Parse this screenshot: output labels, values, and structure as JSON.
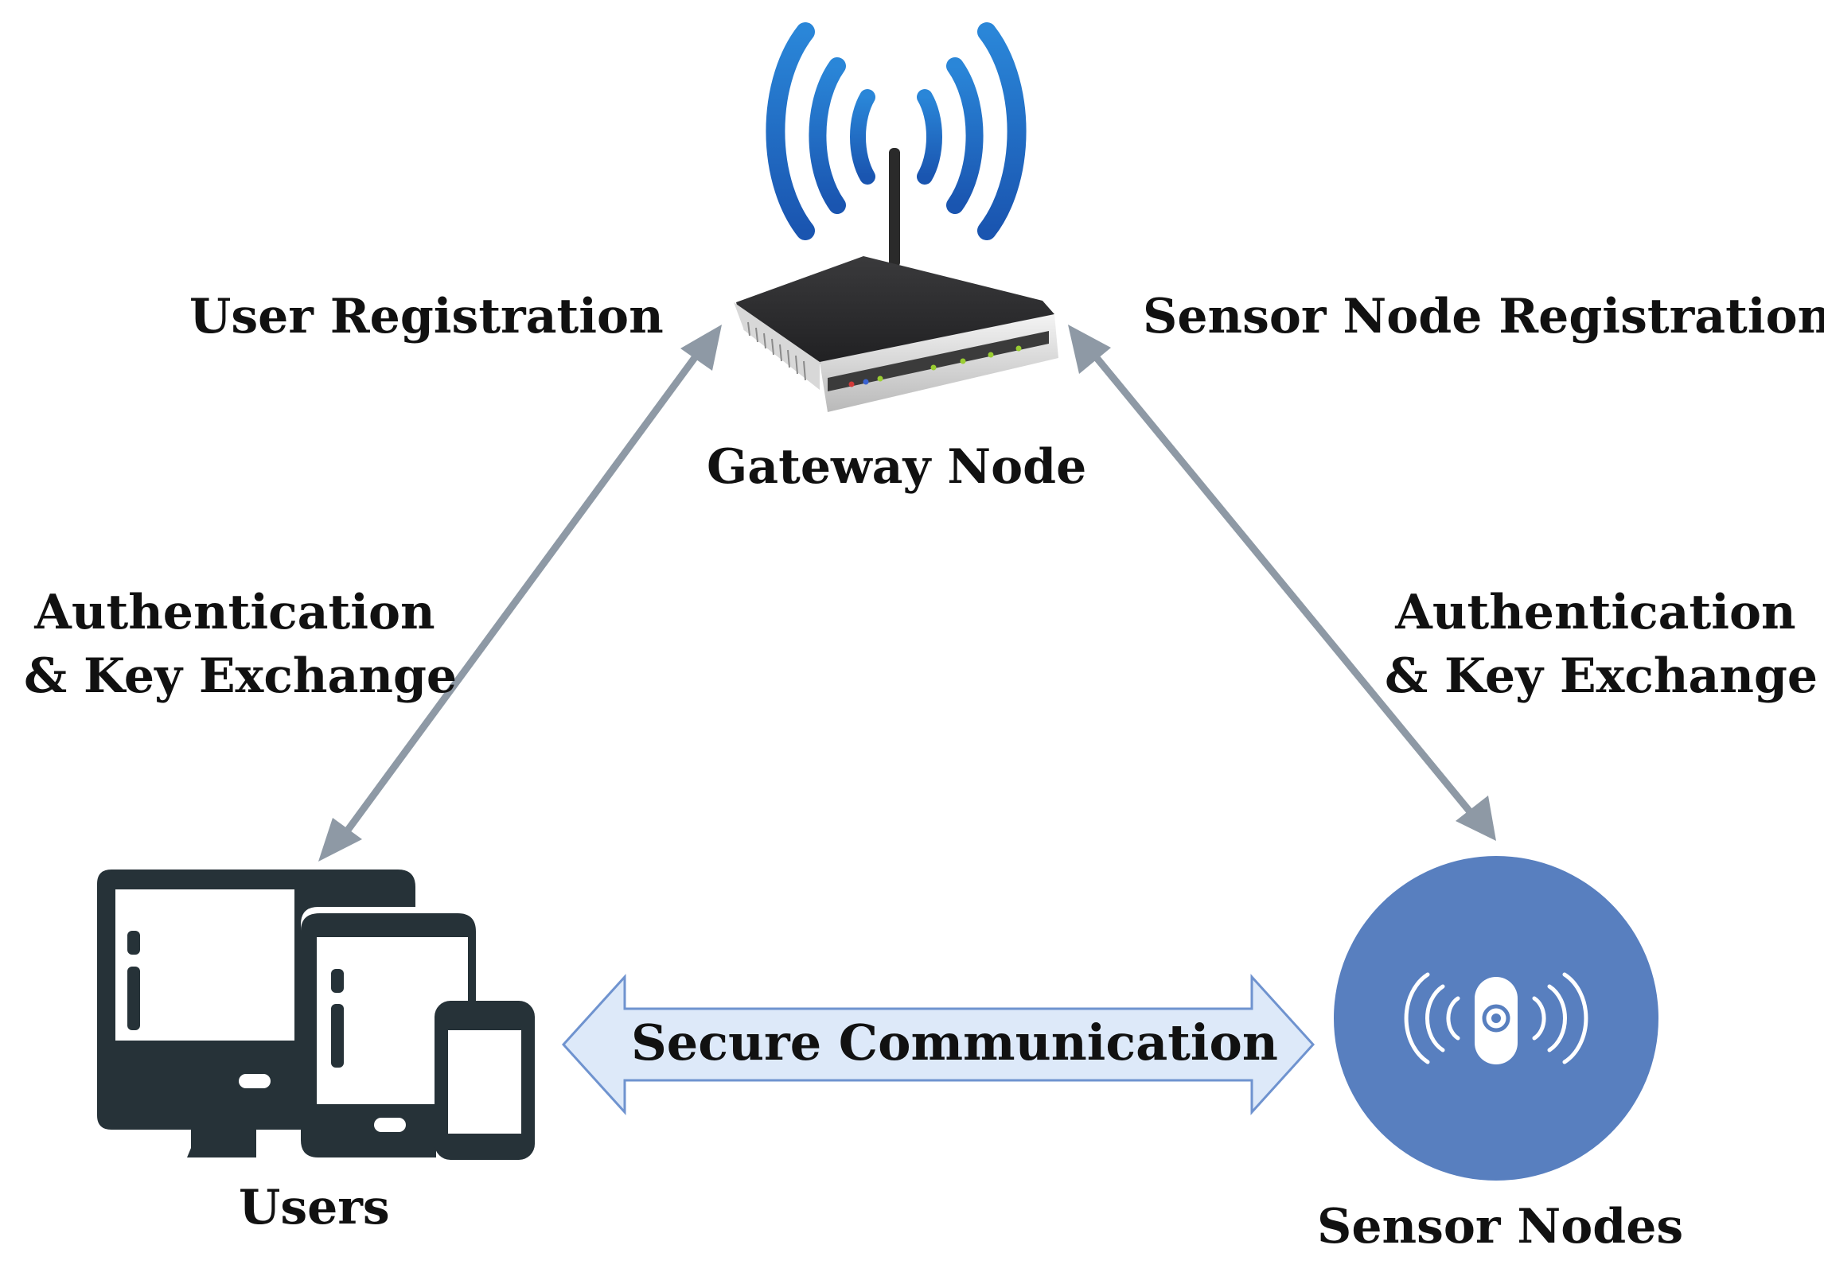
{
  "labels": {
    "user_registration": "User Registration",
    "sensor_node_registration": "Sensor Node Registration",
    "gateway_node": "Gateway Node",
    "auth_left_line1": "Authentication",
    "auth_left_line2": "& Key Exchange",
    "auth_right_line1": "Authentication",
    "auth_right_line2": "& Key Exchange",
    "users": "Users",
    "sensor_nodes": "Sensor Nodes",
    "secure_communication": "Secure Communication"
  },
  "icons": {
    "gateway": "wireless-router-icon",
    "users": "multi-device-icon",
    "sensor": "sensor-node-icon"
  },
  "colors": {
    "arrow_gray": "#8e99a5",
    "signal_blue": "#1f6fc4",
    "router_dark": "#2c2c2e",
    "device_dark": "#263238",
    "sensor_blue": "#587fbf",
    "secure_arrow_fill": "#dde9f9",
    "secure_arrow_stroke": "#6f93cf"
  }
}
